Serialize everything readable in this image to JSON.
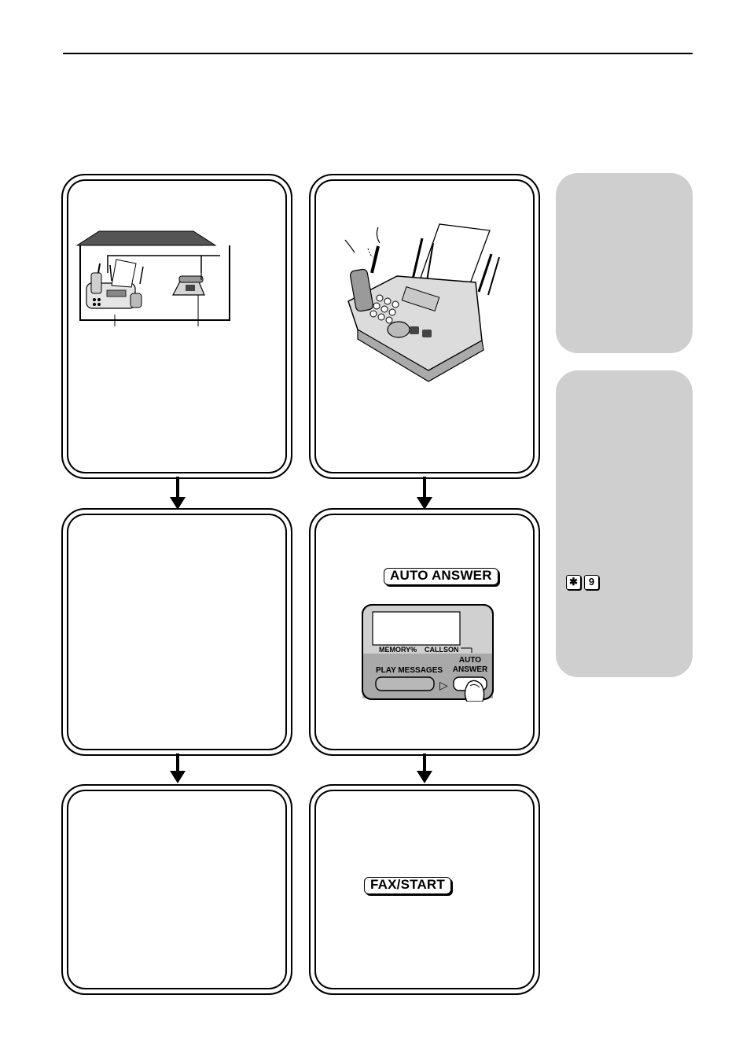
{
  "keys": {
    "auto_answer": "AUTO ANSWER",
    "fax_start": "FAX/START",
    "star": "✱",
    "nine": "9"
  },
  "panel": {
    "memory_label": "MEMORY%",
    "calls_label": "CALLS",
    "on_label": "ON",
    "play_messages_label": "PLAY MESSAGES",
    "auto_answer_line1": "AUTO",
    "auto_answer_line2": "ANSWER",
    "play_symbol": "▷"
  }
}
